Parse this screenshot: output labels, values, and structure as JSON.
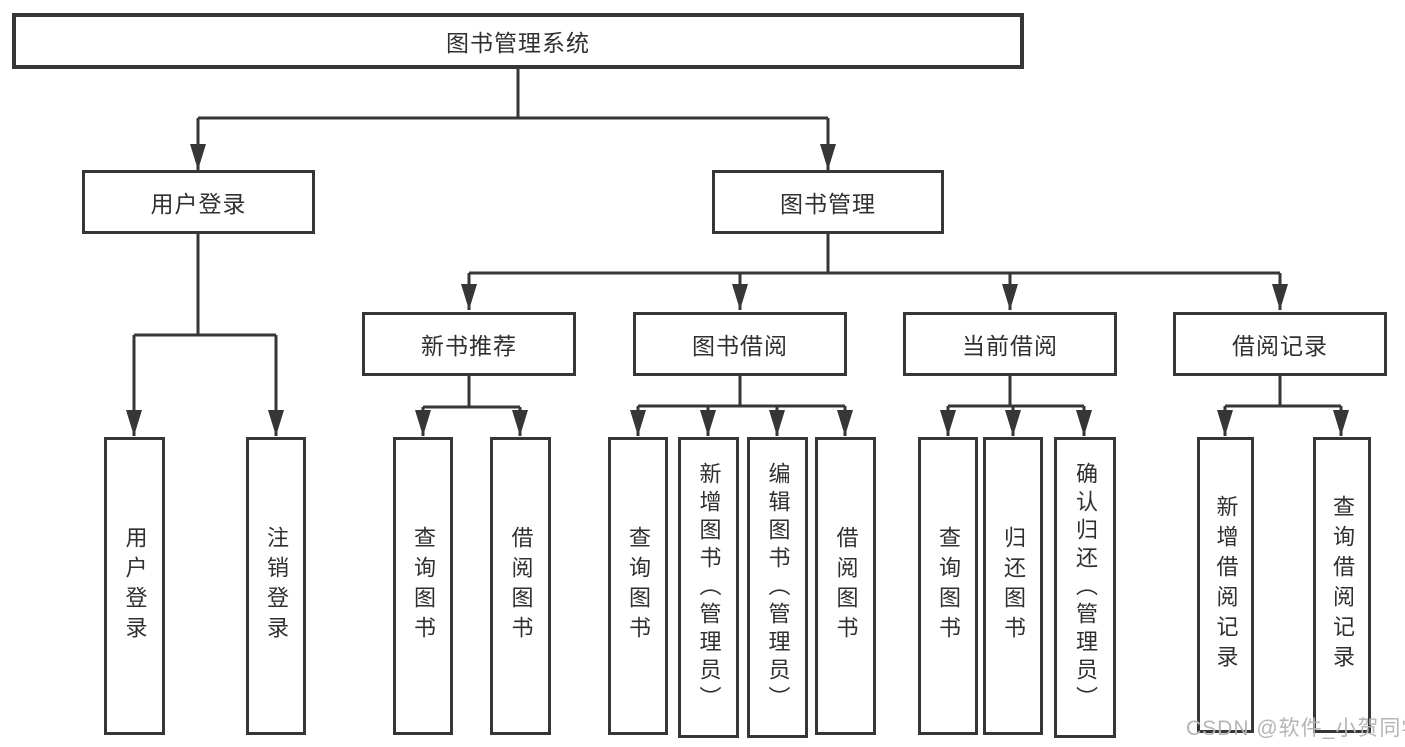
{
  "colors": {
    "bg": "#ffffff",
    "line": "#363636",
    "text": "#303030",
    "wm": "#b5b5b5"
  },
  "nodes": {
    "root": "图书管理系统",
    "l2_user_login": "用户登录",
    "l2_book_mgmt": "图书管理",
    "l3_new_book_rec": "新书推荐",
    "l3_book_borrow": "图书借阅",
    "l3_current_borrow": "当前借阅",
    "l3_borrow_records": "借阅记录",
    "leaf_user_login": "用户登录",
    "leaf_logout": "注销登录",
    "leaf_nb_query_books": "查询图书",
    "leaf_nb_borrow_books": "借阅图书",
    "leaf_bb_query_books": "查询图书",
    "leaf_bb_add_books": "新增图书（管理员）",
    "leaf_bb_edit_books": "编辑图书（管理员）",
    "leaf_bb_borrow_books": "借阅图书",
    "leaf_cb_query_books": "查询图书",
    "leaf_cb_return_books": "归还图书",
    "leaf_cb_confirm_return": "确认归还（管理员）",
    "leaf_br_add_record": "新增借阅记录",
    "leaf_br_query_record": "查询借阅记录"
  },
  "watermark": "CSDN @软件_小贺同学"
}
